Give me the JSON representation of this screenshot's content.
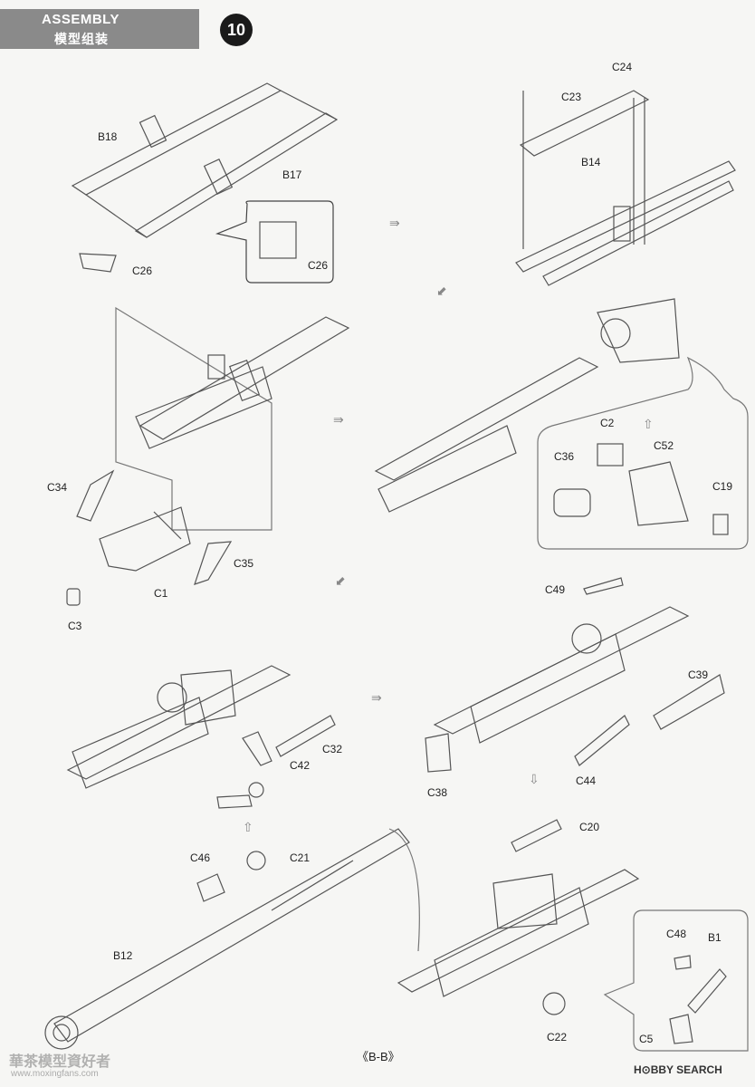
{
  "header": {
    "title_en": "ASSEMBLY",
    "title_cn": "模型组装",
    "step_number": "10"
  },
  "labels": {
    "b18": "B18",
    "b17": "B17",
    "c26a": "C26",
    "c26b": "C26",
    "c24": "C24",
    "c23": "C23",
    "b14": "B14",
    "c34": "C34",
    "c35": "C35",
    "c1": "C1",
    "c3": "C3",
    "c2": "C2",
    "c36": "C36",
    "c52": "C52",
    "c19": "C19",
    "c49": "C49",
    "c39": "C39",
    "c32": "C32",
    "c42": "C42",
    "c38": "C38",
    "c44": "C44",
    "c46": "C46",
    "c21": "C21",
    "c20": "C20",
    "b12": "B12",
    "c48": "C48",
    "b1": "B1",
    "c5": "C5",
    "c22": "C22"
  },
  "footer": {
    "section": "《B-B》",
    "brand": "H⊙BBY SEARCH",
    "watermark_cn": "華茶模型資好者",
    "watermark_url": "www.moxingfans.com"
  },
  "colors": {
    "header_bg": "#8a8a8a",
    "step_circle": "#1a1a1a",
    "arrow_gray": "#888888"
  }
}
